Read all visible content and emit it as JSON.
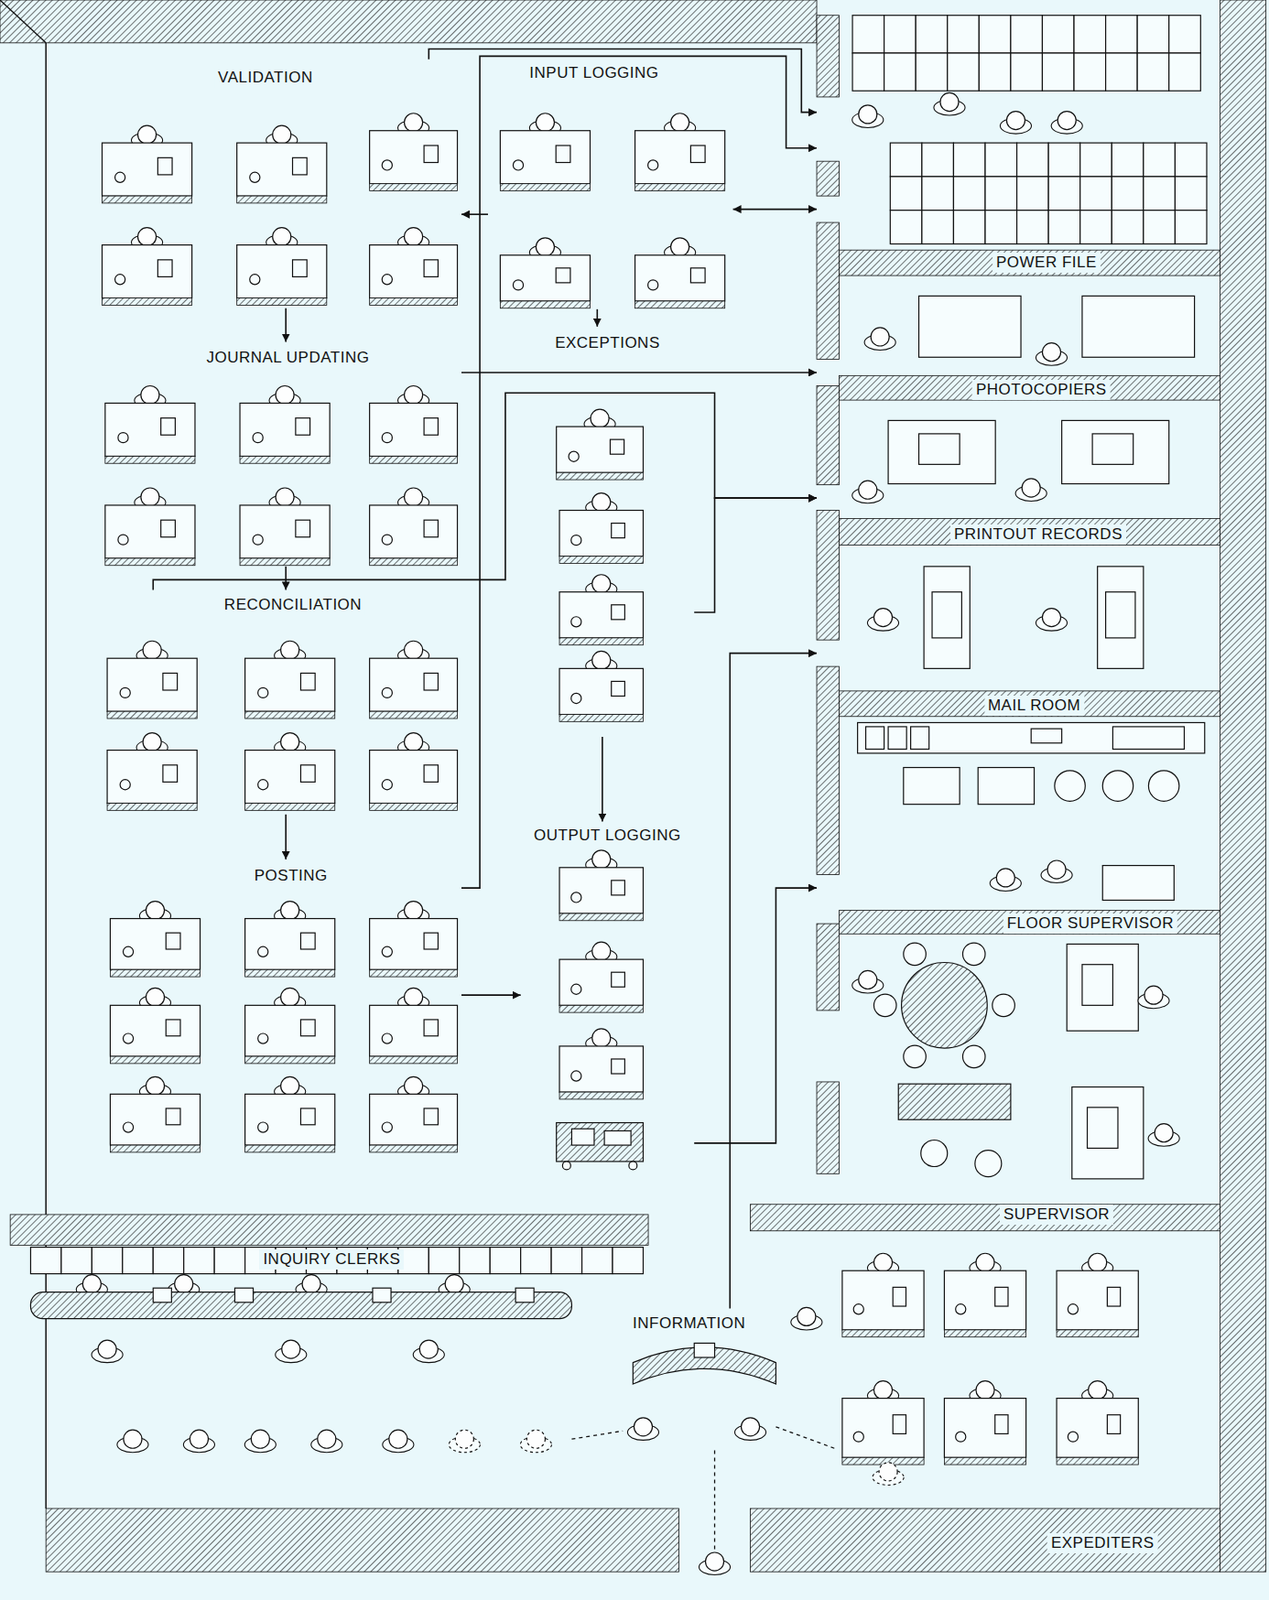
{
  "diagram": {
    "nodes": [
      {
        "text": [
          "VALIDATION"
        ]
      },
      {
        "text": [
          "INPUT LOGGING"
        ]
      },
      {
        "text": [
          "POWER FILE"
        ]
      },
      {
        "text": [
          "EXCEPTIONS"
        ]
      },
      {
        "text": [
          "JOURNAL UPDATING"
        ]
      },
      {
        "text": [
          "PHOTOCOPIERS"
        ]
      },
      {
        "text": [
          "PRINTOUT RECORDS"
        ]
      },
      {
        "text": [
          "RECONCILIATION"
        ]
      },
      {
        "text": [
          "MAIL ROOM"
        ]
      },
      {
        "text": [
          "OUTPUT LOGGING"
        ]
      },
      {
        "text": [
          "POSTING"
        ]
      },
      {
        "text": [
          "FLOOR SUPERVISOR"
        ]
      },
      {
        "text": [
          "SUPERVISOR"
        ]
      },
      {
        "text": [
          "INQUIRY CLERKS"
        ]
      },
      {
        "text": [
          "INFORMATION"
        ]
      },
      {
        "text": [
          "EXPEDITERS"
        ]
      }
    ],
    "edges": [
      {
        "from": 1,
        "to": 0,
        "arrow": "to"
      },
      {
        "from": 1,
        "to": 3,
        "arrow": "to"
      },
      {
        "from": 0,
        "to": 4,
        "arrow": "to"
      },
      {
        "from": 4,
        "to": 7,
        "arrow": "to"
      },
      {
        "from": 7,
        "to": 10,
        "arrow": "to"
      },
      {
        "from": 10,
        "to": 9,
        "arrow": "to"
      },
      {
        "from": 3,
        "to": 9,
        "arrow": "to"
      },
      {
        "from": 0,
        "to": 2,
        "arrow": "to"
      },
      {
        "from": 1,
        "to": 2,
        "arrow": "both"
      },
      {
        "from": 10,
        "to": 2,
        "arrow": "to"
      },
      {
        "from": 4,
        "to": 5,
        "arrow": "to"
      },
      {
        "from": 7,
        "to": 5,
        "arrow": "to"
      },
      {
        "from": 3,
        "to": 5,
        "arrow": "to"
      },
      {
        "from": 14,
        "to": 6,
        "arrow": "to"
      },
      {
        "from": 9,
        "to": 8,
        "arrow": "to"
      }
    ]
  }
}
